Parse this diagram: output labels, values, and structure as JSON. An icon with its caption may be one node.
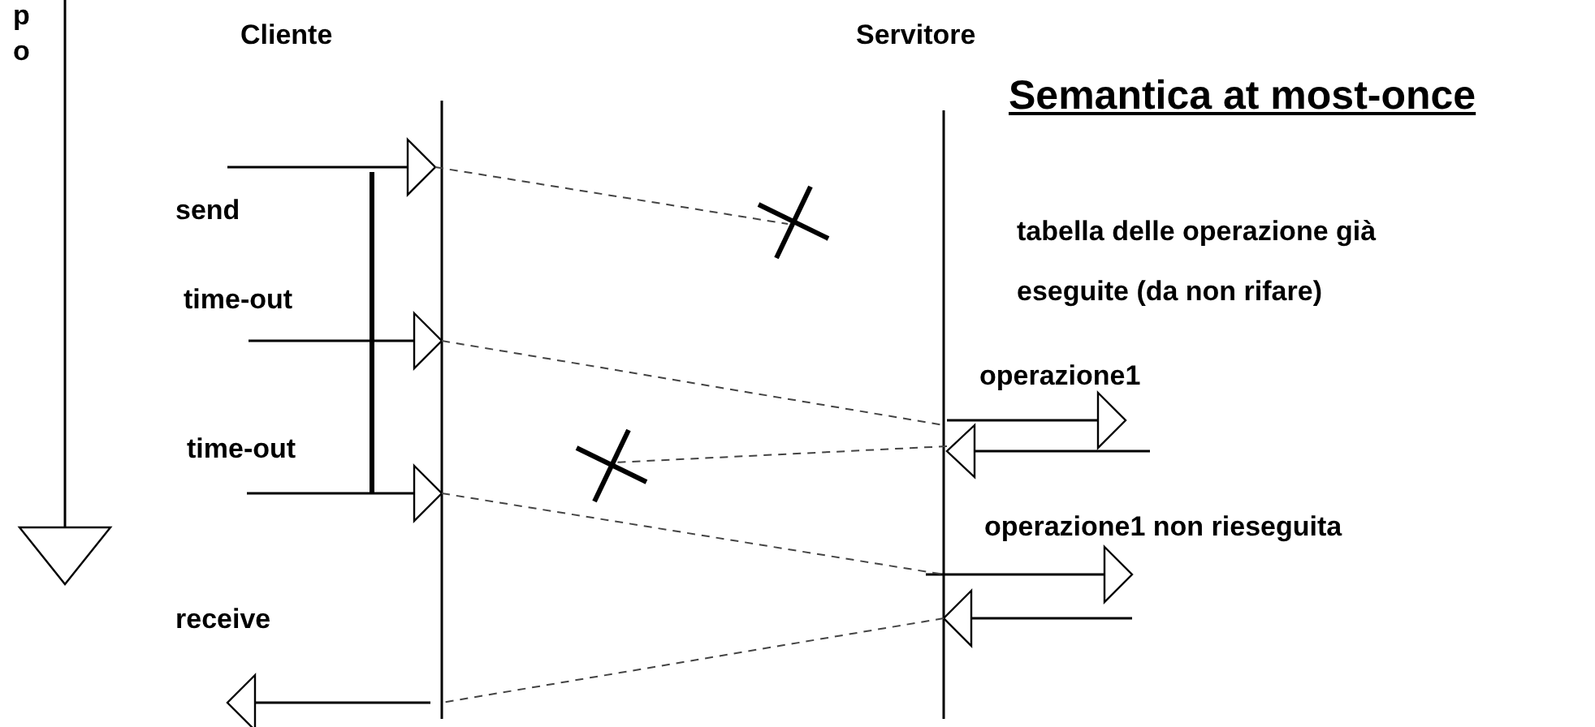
{
  "diagram": {
    "title": "Semantica at most-once",
    "labels": [
      "p",
      "o",
      "Cliente",
      "Servitore",
      "send",
      "time-out",
      "time-out",
      "receive",
      "tabella delle operazione già eseguite (da non rifare)",
      "operazione1",
      "operazione1 non rieseguita"
    ]
  }
}
